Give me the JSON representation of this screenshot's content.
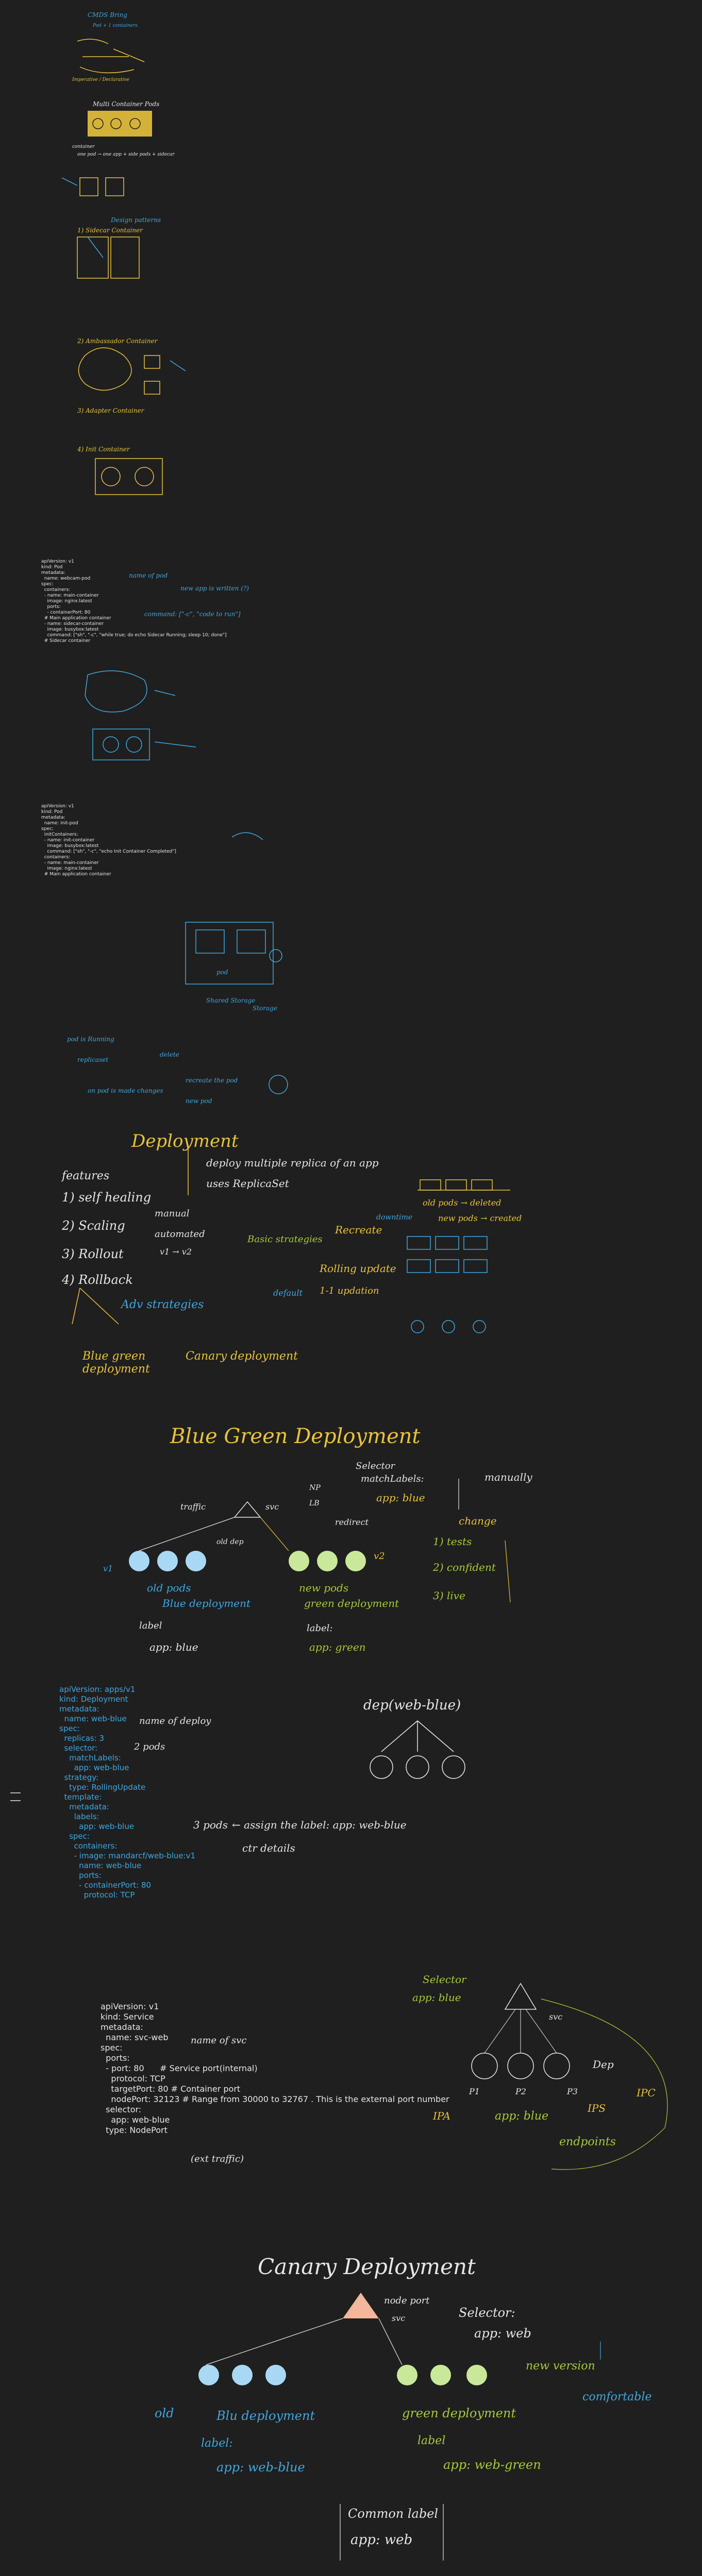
{
  "colors": {
    "background": "#1f1f1f",
    "blue": "#3fa7e0",
    "yellow": "#e8c23c",
    "green": "#a6c93a",
    "white": "#e6e6e6",
    "orange_triangle": "#f3b79b",
    "light_blue_pod": "#a9d8f5",
    "light_green_pod": "#c9e89a"
  },
  "section1": {
    "title": "CMDS Bring",
    "l1": "Pod + 1 containers",
    "l2": "Imperative / Declarative"
  },
  "section2": {
    "title": "Multi Container Pods",
    "l1": "container",
    "l2": "one pod → one app + side pods + sidecar",
    "design_patterns": "Design patterns",
    "sidecar": "1) Sidecar Container",
    "ambassador": "2) Ambassador Container",
    "adapter": "3) Adapter Container",
    "init": "4) Init Container"
  },
  "yaml1": {
    "lines": [
      "apiVersion: v1",
      "kind: Pod",
      "metadata:",
      "  name: webcam-pod",
      "spec:",
      "  containers:",
      "  - name: main-container",
      "    image: nginx:latest",
      "    ports:",
      "    - containerPort: 80",
      "  # Main application container",
      "  - name: sidecar-container",
      "    image: busybox:latest",
      "    command: [\"sh\", \"-c\", \"while true; do echo Sidecar Running; sleep 10; done\"]",
      "  # Sidecar container"
    ],
    "note1": "name of pod",
    "note2": "new app is written (?)",
    "note3": "command: [\"-c\", \"code to run\"]"
  },
  "yaml2": {
    "lines": [
      "apiVersion: v1",
      "kind: Pod",
      "metadata:",
      "  name: init-pod",
      "spec:",
      "  initContainers:",
      "  - name: init-container",
      "    image: busybox:latest",
      "    command: [\"sh\", \"-c\", \"echo Init Container Completed\"]",
      "  containers:",
      "  - name: main-container",
      "    image: nginx:latest",
      "  # Main application container"
    ],
    "note1": "Shared Storage",
    "note2": "pod",
    "note3": "Storage",
    "note4": "pod is Running",
    "note5": "replicaset",
    "note6": "delete",
    "note7": "recreate the pod",
    "note8": "on pod is made changes",
    "note9": "new pod"
  },
  "deployment": {
    "title": "Deployment",
    "deploy_line": "deploy multiple replica of an app",
    "uses_line": "uses ReplicaSet",
    "features": "features",
    "f1": "1) self healing",
    "f2": "2) Scaling",
    "f3": "3) Rollout",
    "f4": "4) Rollback",
    "manual": "manual",
    "automated": "automated",
    "v1_v2": "v1 → v2",
    "basic_strategies": "Basic strategies",
    "recreate": "Recreate",
    "rolling": "Rolling update",
    "default": "default",
    "one_by_one": "1-1 updation",
    "adv": "Adv strategies",
    "blue_green": "Blue green deployment",
    "canary": "Canary deployment",
    "old_pods_deleted": "old pods → deleted",
    "new_pods_created": "new pods → created",
    "downtime": "downtime"
  },
  "bluegreen": {
    "title": "Blue Green Deployment",
    "traffic": "traffic",
    "svc": "svc",
    "np": "NP",
    "lb": "LB",
    "selector": "Selector",
    "matchlabels": "matchLabels:",
    "app_blue": "app: blue",
    "manually": "manually",
    "change": "change",
    "redirect": "redirect",
    "v1": "v1",
    "v2": "v2",
    "old_pods": "old pods",
    "blue_deployment": "Blue deployment",
    "new_pods": "new pods",
    "green_deployment": "green deployment",
    "label1": "label",
    "label1_val": "app: blue",
    "label2": "label:",
    "label2_val": "app: green",
    "tests": "1) tests",
    "confident": "2) confident",
    "live": "3) live",
    "old_dep": "old dep"
  },
  "yaml3": {
    "lines": [
      "apiVersion: apps/v1",
      "kind: Deployment",
      "metadata:",
      "  name: web-blue",
      "spec:",
      "  replicas: 3",
      "  selector:",
      "    matchLabels:",
      "      app: web-blue",
      "  strategy:",
      "    type: RollingUpdate",
      "  template:",
      "    metadata:",
      "      labels:",
      "        app: web-blue",
      "    spec:",
      "      containers:",
      "      - image: mandarcf/web-blue:v1",
      "        name: web-blue",
      "        ports:",
      "        - containerPort: 80",
      "          protocol: TCP"
    ],
    "name_of_deploy": "name of deploy",
    "two_pods": "2 pods",
    "three_pods": "3 pods",
    "assign": "← assign the label: app: web-blue",
    "ctr": "ctr details",
    "dep_title": "dep(web-blue)"
  },
  "service": {
    "lines": [
      "apiVersion: v1",
      "kind: Service",
      "metadata:",
      "  name: svc-web",
      "spec:",
      "  ports:",
      "  - port: 80      # Service port(internal)",
      "    protocol: TCP",
      "    targetPort: 80 # Container port",
      "    nodePort: 32123 # Range from 30000 to 32767 . This is the external port number",
      "  selector:",
      "    app: web-blue",
      "  type: NodePort"
    ],
    "name_of_svc": "name of svc",
    "ext_traffic": "(ext traffic)",
    "selector": "Selector",
    "app_blue": "app: blue",
    "svc": "svc",
    "dep": "Dep",
    "p1": "P1",
    "p2": "P2",
    "p3": "P3",
    "ipa": "IPA",
    "ips": "IPS",
    "ipc": "IPC",
    "app_blue2": "app: blue",
    "endpoints": "endpoints"
  },
  "canary": {
    "title": "Canary Deployment",
    "node_port": "node port",
    "svc": "svc",
    "selector": "Selector:",
    "app_web": "app: web",
    "new_version": "new version",
    "comfortable": "comfortable",
    "old": "old",
    "blu_deployment": "Blu deployment",
    "green_deployment": "green deployment",
    "label1": "label:",
    "label1_val": "app: web-blue",
    "label2": "label",
    "label2_val": "app: web-green",
    "common_label": "Common label",
    "common_val": "app: web"
  }
}
